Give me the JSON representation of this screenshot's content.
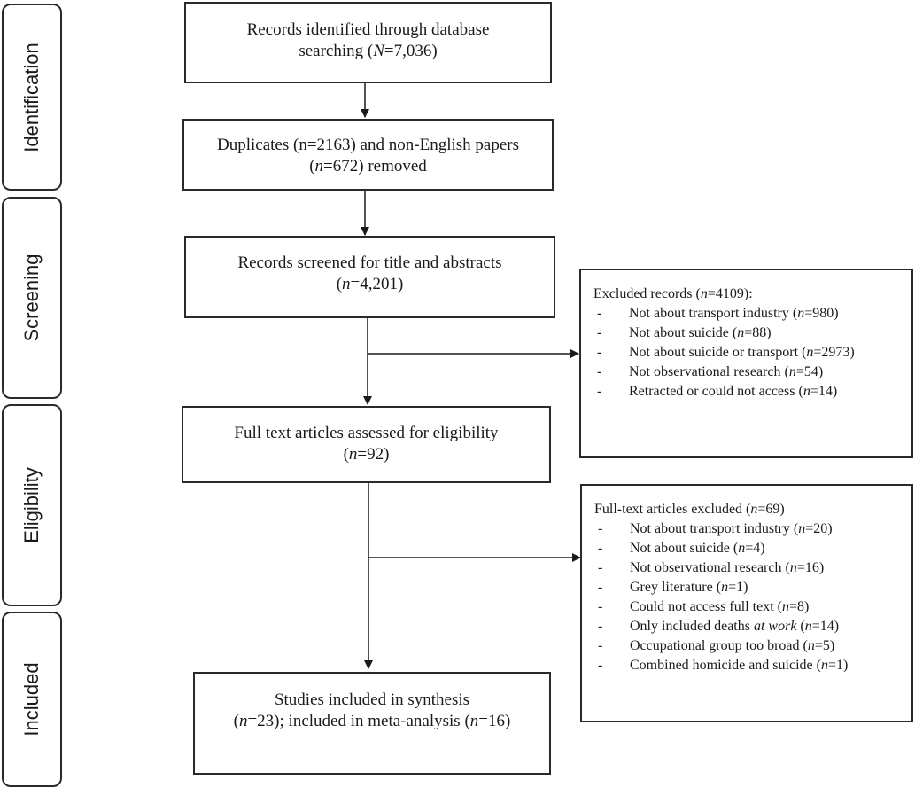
{
  "stages": {
    "identification": "Identification",
    "screening": "Screening",
    "eligibility": "Eligibility",
    "included": "Included"
  },
  "boxes": {
    "records_identified": {
      "line1": "Records identified through database",
      "line2_pre": "searching (",
      "line2_var": "N",
      "line2_post": "=7,036)"
    },
    "duplicates": {
      "line1": "Duplicates (n=2163) and non-English papers",
      "line2_pre": "(",
      "line2_var": "n",
      "line2_post": "=672) removed"
    },
    "screened": {
      "line1": "Records screened for title and abstracts",
      "line2_pre": "(",
      "line2_var": "n",
      "line2_post": "=4,201)"
    },
    "full_text": {
      "line1": "Full text articles assessed for eligibility",
      "line2_pre": "(",
      "line2_var": "n",
      "line2_post": "=92)"
    },
    "included": {
      "line1_pre": "Studies included in synthesis",
      "line2_pre": "(",
      "line2_var1": "n",
      "line2_mid": "=23); included in meta-analysis (",
      "line2_var2": "n",
      "line2_post": "=16)"
    }
  },
  "excluded_records": {
    "title_pre": "Excluded records (",
    "title_var": "n",
    "title_post": "=4109):",
    "items": [
      {
        "pre": "Not about transport industry (",
        "var": "n",
        "post": "=980)"
      },
      {
        "pre": "Not about suicide (",
        "var": "n",
        "post": "=88)"
      },
      {
        "pre": "Not about suicide or transport (",
        "var": "n",
        "post": "=2973)"
      },
      {
        "pre": "Not observational research (",
        "var": "n",
        "post": "=54)"
      },
      {
        "pre": "Retracted or could not access (",
        "var": "n",
        "post": "=14)"
      }
    ]
  },
  "fulltext_excluded": {
    "title_pre": "Full-text articles excluded (",
    "title_var": "n",
    "title_post": "=69)",
    "items": [
      {
        "pre": "Not about transport industry (",
        "var": "n",
        "post": "=20)"
      },
      {
        "pre": "Not about suicide (",
        "var": "n",
        "post": "=4)"
      },
      {
        "pre": "Not observational research (",
        "var": "n",
        "post": "=16)"
      },
      {
        "pre": "Grey literature (",
        "var": "n",
        "post": "=1)"
      },
      {
        "pre": "Could not access full text (",
        "var": "n",
        "post": "=8)"
      },
      {
        "pre": "Only included deaths ",
        "em": "at work",
        "pre2": " (",
        "var": "n",
        "post": "=14)"
      },
      {
        "pre": "Occupational group too broad (",
        "var": "n",
        "post": "=5)"
      },
      {
        "pre": "Combined homicide and suicide (",
        "var": "n",
        "post": "=1)"
      }
    ]
  },
  "dash": "-"
}
